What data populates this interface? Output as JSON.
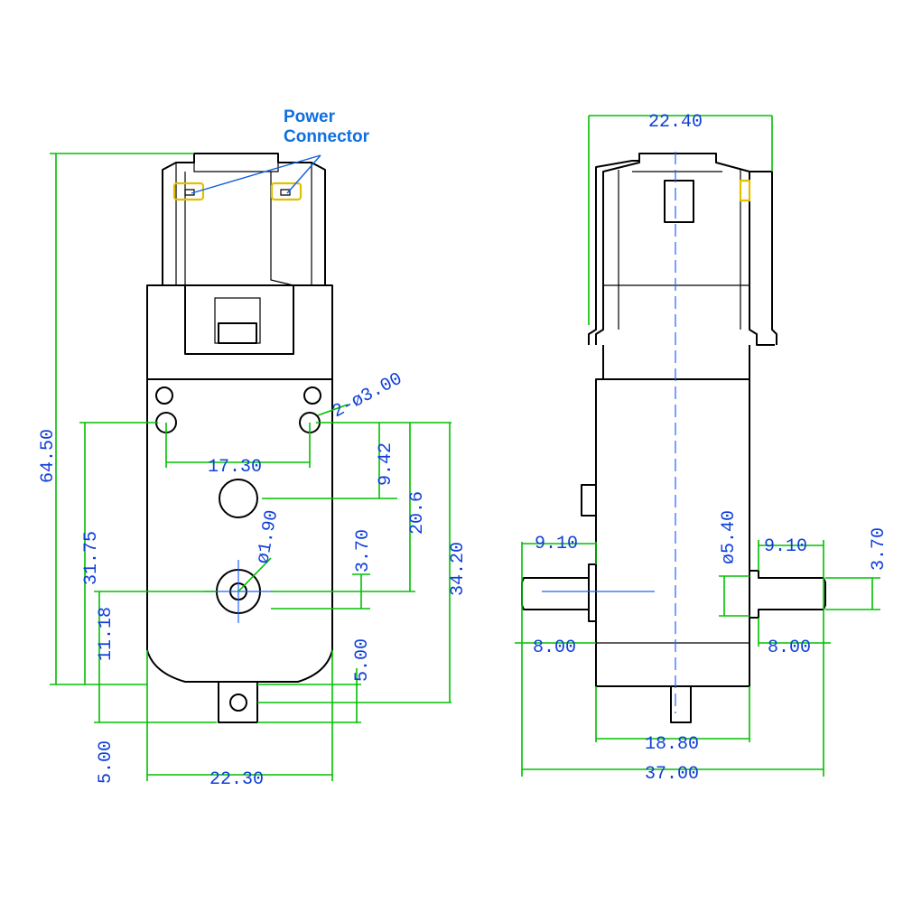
{
  "labels": {
    "power_line1": "Power",
    "power_line2": "Connector"
  },
  "front_view": {
    "total_height": "64.50",
    "hole_spacing": "17.30",
    "hole_dia": "2-ø3.00",
    "dist_9_42": "9.42",
    "dist_20_6": "20.6",
    "dist_34_20": "34.20",
    "dist_31_75": "31.75",
    "dist_11_18": "11.18",
    "shaft_dia": "ø1.90",
    "dist_3_70": "3.70",
    "dist_5_00_right": "5.00",
    "dist_5_00_left": "5.00",
    "width": "22.30"
  },
  "side_view": {
    "width_top": "22.40",
    "shaft_left_len": "9.10",
    "shaft_right_len": "9.10",
    "shaft_dia": "ø5.40",
    "flat": "3.70",
    "collar_left": "8.00",
    "collar_right": "8.00",
    "body_width": "18.80",
    "total_width": "37.00"
  },
  "colors": {
    "dimension_line": "#00c000",
    "dimension_text": "#0f3fd9",
    "label_text": "#0f6fe0",
    "connector_highlight": "#e0c000",
    "outline": "#000000"
  }
}
